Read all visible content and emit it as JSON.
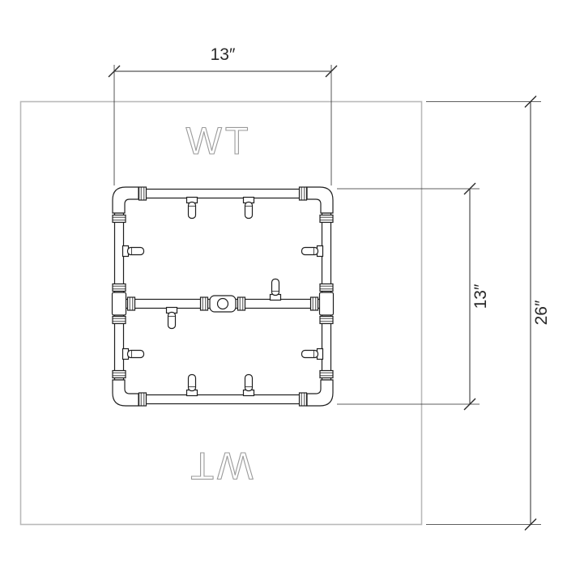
{
  "diagram": {
    "dimensions": {
      "top_width": "13″",
      "right_height": "13″",
      "overall": "26″"
    },
    "marks": {
      "wt_top": "WT",
      "wt_bottom": "WT"
    }
  },
  "colors": {
    "line": "#1f1f1f",
    "dimension": "#2a2a2a",
    "plate": "#b9b9b9",
    "watermark": "#9a9a9a"
  }
}
